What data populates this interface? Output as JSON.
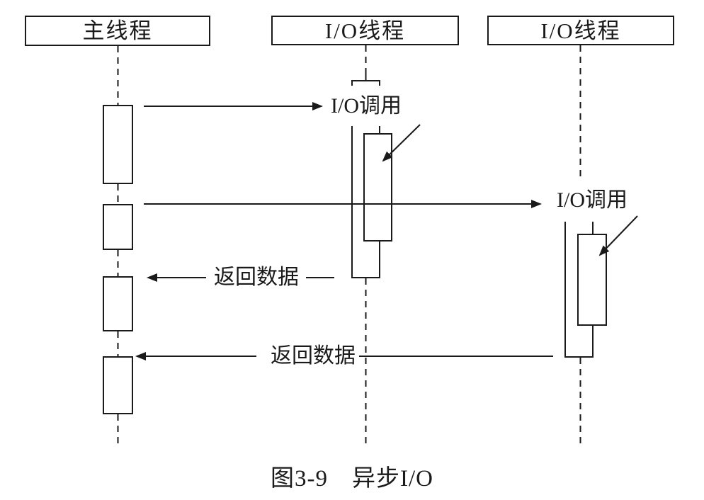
{
  "colors": {
    "ink": "#1a1a1a",
    "background": "#ffffff"
  },
  "lanes": [
    {
      "id": "main-thread",
      "label": "主线程"
    },
    {
      "id": "io-thread-1",
      "label": "I/O线程"
    },
    {
      "id": "io-thread-2",
      "label": "I/O线程"
    }
  ],
  "messages": {
    "io_call_1": {
      "label": "I/O调用"
    },
    "io_call_2": {
      "label": "I/O调用"
    },
    "return_1": {
      "label": "返回数据"
    },
    "return_2": {
      "label": "返回数据"
    }
  },
  "caption": "图3-9　异步I/O"
}
